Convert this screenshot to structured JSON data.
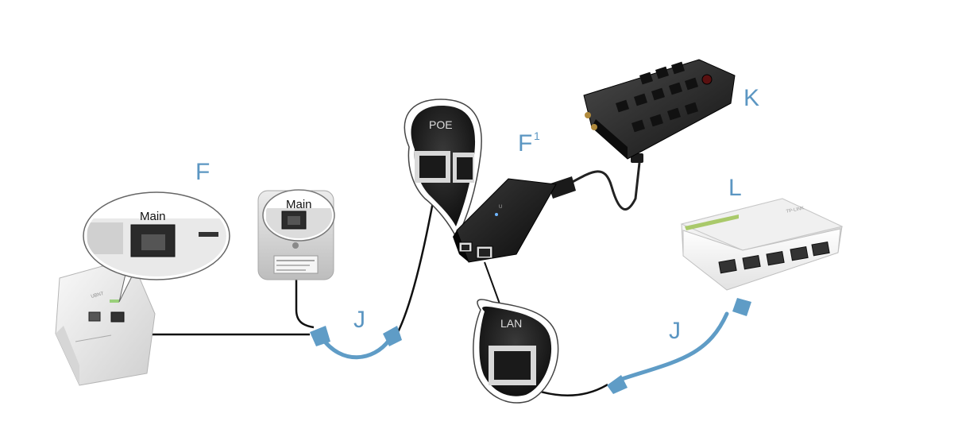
{
  "labels": {
    "F": "F",
    "F1_base": "F",
    "F1_sup": "1",
    "K": "K",
    "L": "L",
    "J_left": "J",
    "J_right": "J"
  },
  "callouts": {
    "antenna_port": "Main",
    "router_port": "Main",
    "poe_port": "POE",
    "lan_port": "LAN"
  },
  "colors": {
    "label": "#5b96c2",
    "cable_blue": "#5f9cc6",
    "cable_black": "#111111"
  }
}
